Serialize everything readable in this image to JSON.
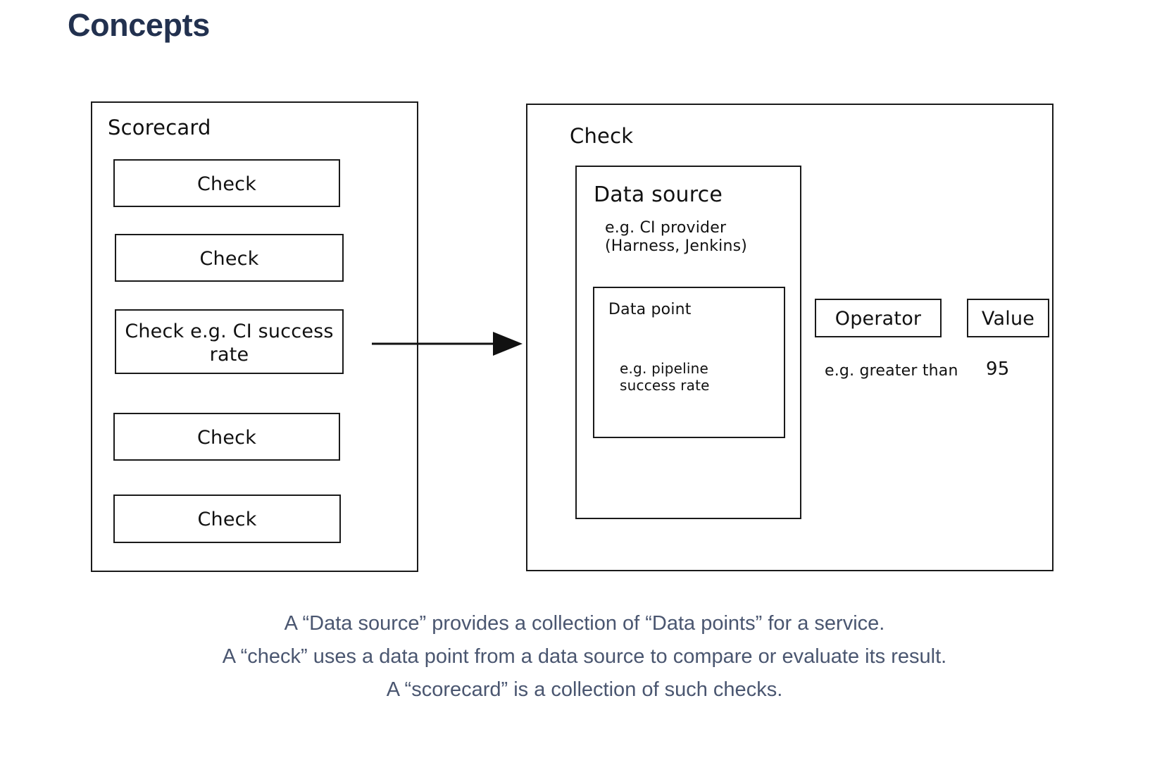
{
  "page": {
    "title": "Concepts",
    "title_color": "#22314f",
    "background": "#ffffff",
    "stroke_color": "#1a1a1a"
  },
  "scorecard": {
    "title": "Scorecard",
    "checks": [
      {
        "label": "Check"
      },
      {
        "label": "Check"
      },
      {
        "label": "Check e.g. CI\nsuccess rate"
      },
      {
        "label": "Check"
      },
      {
        "label": "Check"
      }
    ]
  },
  "connector": {
    "icon": "arrow-right-icon",
    "from": "scorecard-check-3",
    "to": "check-panel"
  },
  "check_panel": {
    "title": "Check",
    "data_source": {
      "title": "Data source",
      "example": "e.g. CI provider\n(Harness, Jenkins)",
      "data_point": {
        "title": "Data point",
        "example": "e.g. pipeline\nsuccess rate"
      }
    },
    "operator": {
      "label": "Operator",
      "example": "e.g.\ngreater than"
    },
    "value": {
      "label": "Value",
      "number": "95"
    }
  },
  "caption": {
    "color": "#4a5670",
    "lines": [
      "A “Data source” provides a collection of “Data points” for a service.",
      "A “check” uses a data point from a data source to compare or evaluate its result.",
      "A “scorecard” is a collection of such checks."
    ]
  }
}
